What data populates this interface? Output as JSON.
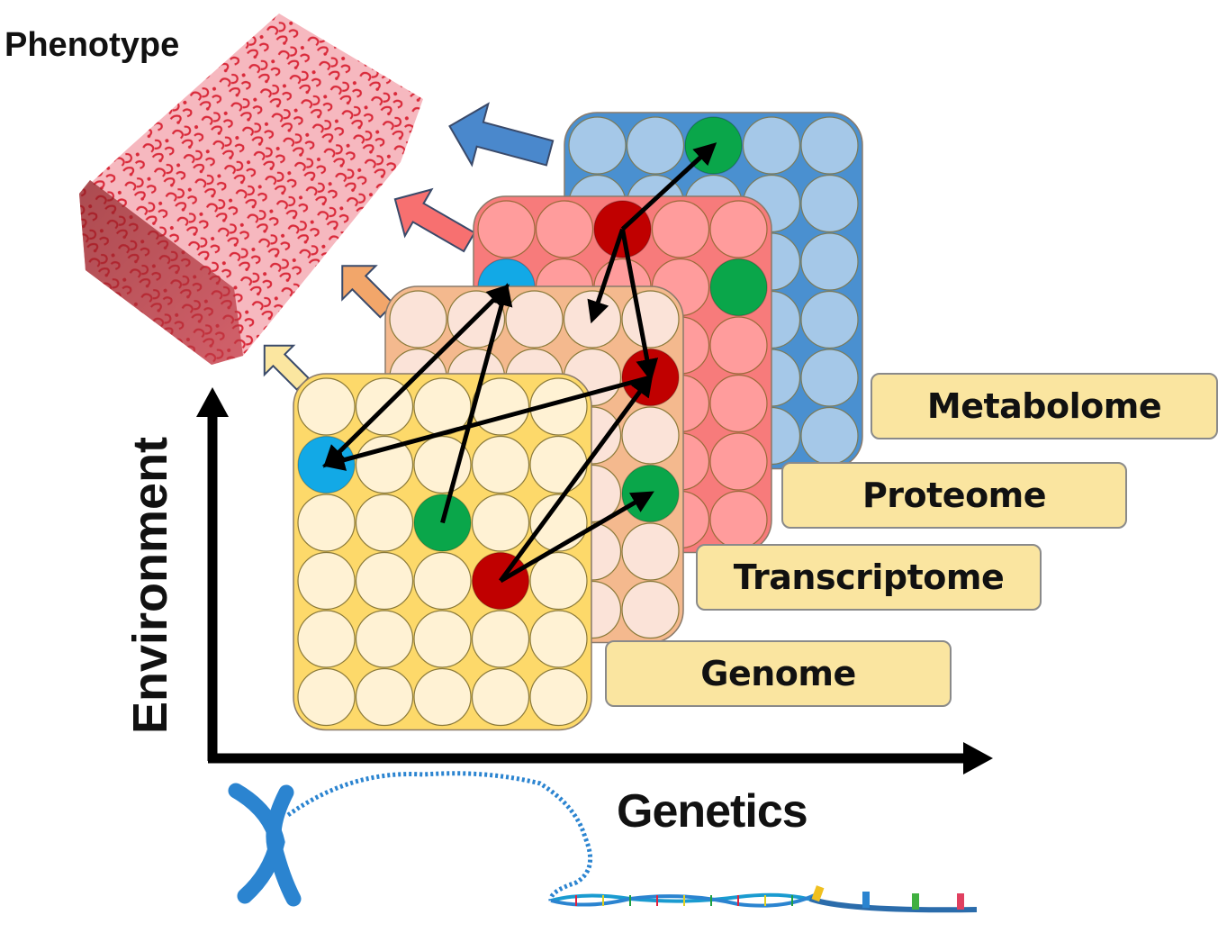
{
  "title": "Phenotype",
  "axes": {
    "y_label": "Environment",
    "x_label": "Genetics"
  },
  "layers": [
    {
      "name": "Genome",
      "fill": "#fdd96a",
      "cell": "#fff2d4",
      "stroke": "#8b7a3a"
    },
    {
      "name": "Transcriptome",
      "fill": "#f4b98e",
      "cell": "#fbe3d8",
      "stroke": "#8b7a3a"
    },
    {
      "name": "Proteome",
      "fill": "#f77b7b",
      "cell": "#ff9c9c",
      "stroke": "#9b6a3a"
    },
    {
      "name": "Metabolome",
      "fill": "#4a90d0",
      "cell": "#a5c8e8",
      "stroke": "#7a7a5a"
    }
  ],
  "grid": {
    "cols": 5,
    "rows": 6
  },
  "highlighted_cells": [
    {
      "layer": 0,
      "col": 0,
      "row": 1,
      "color": "#12a9e6",
      "role": "blue"
    },
    {
      "layer": 0,
      "col": 2,
      "row": 2,
      "color": "#0aa64a",
      "role": "green"
    },
    {
      "layer": 0,
      "col": 3,
      "row": 3,
      "color": "#c00000",
      "role": "red"
    },
    {
      "layer": 1,
      "col": 4,
      "row": 1,
      "color": "#c00000",
      "role": "red"
    },
    {
      "layer": 1,
      "col": 4,
      "row": 3,
      "color": "#0aa64a",
      "role": "green"
    },
    {
      "layer": 2,
      "col": 0,
      "row": 1,
      "color": "#12a9e6",
      "role": "blue"
    },
    {
      "layer": 2,
      "col": 2,
      "row": 0,
      "color": "#c00000",
      "role": "red"
    },
    {
      "layer": 2,
      "col": 4,
      "row": 1,
      "color": "#0aa64a",
      "role": "green"
    },
    {
      "layer": 3,
      "col": 2,
      "row": 0,
      "color": "#0aa64a",
      "role": "green"
    }
  ],
  "interactions": [
    {
      "from": [
        0,
        2,
        2
      ],
      "to": [
        2,
        0,
        1
      ]
    },
    {
      "from": [
        0,
        0,
        1
      ],
      "to": [
        2,
        0,
        1
      ],
      "bidirectional": true
    },
    {
      "from": [
        1,
        4,
        1
      ],
      "to": [
        0,
        0,
        1
      ]
    },
    {
      "from": [
        0,
        3,
        3
      ],
      "to": [
        1,
        4,
        1
      ]
    },
    {
      "from": [
        0,
        3,
        3
      ],
      "to": [
        1,
        4,
        3
      ]
    },
    {
      "from": [
        2,
        2,
        0
      ],
      "to": [
        3,
        2,
        0
      ]
    },
    {
      "from": [
        2,
        2,
        0
      ],
      "to": [
        1,
        3,
        0
      ]
    },
    {
      "from": [
        2,
        2,
        0
      ],
      "to": [
        1,
        4,
        1
      ]
    }
  ],
  "flow_arrows": [
    {
      "layer": "Metabolome",
      "color": "#4a88cc"
    },
    {
      "layer": "Proteome",
      "color": "#f77070"
    },
    {
      "layer": "Transcriptome",
      "color": "#f2a66a"
    },
    {
      "layer": "Genome",
      "color": "#fbe6a0"
    }
  ],
  "illustrations": {
    "phenotype_image": "marbled-beef-block",
    "genetics_image": "chromosome-to-dna-helix"
  }
}
